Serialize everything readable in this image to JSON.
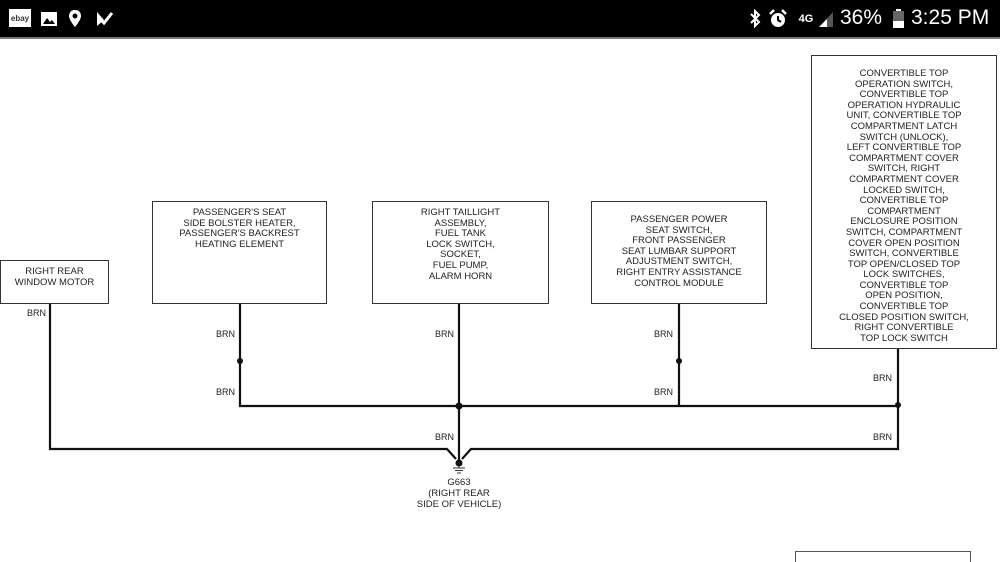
{
  "status_bar": {
    "left_icons": [
      "ebay-icon",
      "gallery-icon",
      "location-icon",
      "task-check-icon"
    ],
    "ebay_text": "ebay",
    "network": "4G",
    "battery_percent": "36%",
    "battery_level": 0.36,
    "time": "3:25 PM"
  },
  "diagram": {
    "components": [
      {
        "id": "right-rear-window-motor",
        "lines": [
          "RIGHT REAR",
          "WINDOW MOTOR"
        ]
      },
      {
        "id": "passenger-seat-heater",
        "lines": [
          "PASSENGER'S SEAT",
          "SIDE BOLSTER HEATER,",
          "PASSENGER'S BACKREST",
          "HEATING ELEMENT"
        ]
      },
      {
        "id": "right-taillight-assembly",
        "lines": [
          "RIGHT TAILLIGHT",
          "ASSEMBLY,",
          "FUEL TANK",
          "LOCK SWITCH,",
          "SOCKET,",
          "FUEL PUMP,",
          "ALARM HORN"
        ]
      },
      {
        "id": "passenger-power-seat-switch",
        "lines": [
          "PASSENGER POWER",
          "SEAT SWITCH,",
          "FRONT PASSENGER",
          "SEAT LUMBAR SUPPORT",
          "ADJUSTMENT SWITCH,",
          "RIGHT ENTRY ASSISTANCE",
          "CONTROL MODULE"
        ]
      },
      {
        "id": "convertible-top-switches",
        "lines": [
          "CONVERTIBLE TOP",
          "OPERATION SWITCH,",
          "CONVERTIBLE TOP",
          "OPERATION HYDRAULIC",
          "UNIT, CONVERTIBLE TOP",
          "COMPARTMENT LATCH",
          "SWITCH (UNLOCK),",
          "LEFT CONVERTIBLE TOP",
          "COMPARTMENT COVER",
          "SWITCH, RIGHT",
          "COMPARTMENT COVER",
          "LOCKED SWITCH,",
          "CONVERTIBLE TOP",
          "COMPARTMENT",
          "ENCLOSURE POSITION",
          "SWITCH, COMPARTMENT",
          "COVER OPEN POSITION",
          "SWITCH, CONVERTIBLE",
          "TOP OPEN/CLOSED TOP",
          "LOCK SWITCHES,",
          "CONVERTIBLE TOP",
          "OPEN POSITION,",
          "CONVERTIBLE TOP",
          "CLOSED POSITION SWITCH,",
          "RIGHT CONVERTIBLE",
          "TOP LOCK SWITCH"
        ]
      }
    ],
    "wire_color": "BRN",
    "ground": {
      "id": "G663",
      "lines": [
        "G663",
        "(RIGHT REAR",
        "SIDE OF VEHICLE)"
      ]
    }
  }
}
